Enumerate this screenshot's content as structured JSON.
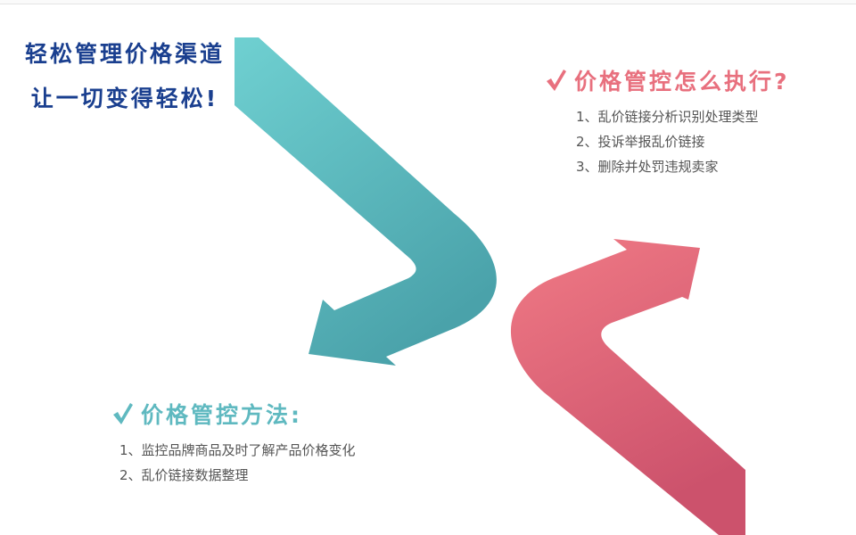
{
  "headline": {
    "line1": "轻松管理价格渠道",
    "line2": "让一切变得轻松!"
  },
  "execute_section": {
    "title": "价格管控怎么执行?",
    "items": [
      "1、乱价链接分析识别处理类型",
      "2、投诉举报乱价链接",
      "3、删除并处罚违规卖家"
    ]
  },
  "method_section": {
    "title": "价格管控方法:",
    "items": [
      "1、监控品牌商品及时了解产品价格变化",
      "2、乱价链接数据整理"
    ]
  },
  "colors": {
    "teal_arrow": "#5cbcc1",
    "pink_arrow": "#e36a7a",
    "headline_blue": "#1a3f8f",
    "check_pink": "#e8707e",
    "check_teal": "#5fb9c0"
  },
  "icons": {
    "arrow_down": "teal-chevron-arrow-icon",
    "arrow_up": "pink-chevron-arrow-icon",
    "check": "check-mark-icon"
  }
}
